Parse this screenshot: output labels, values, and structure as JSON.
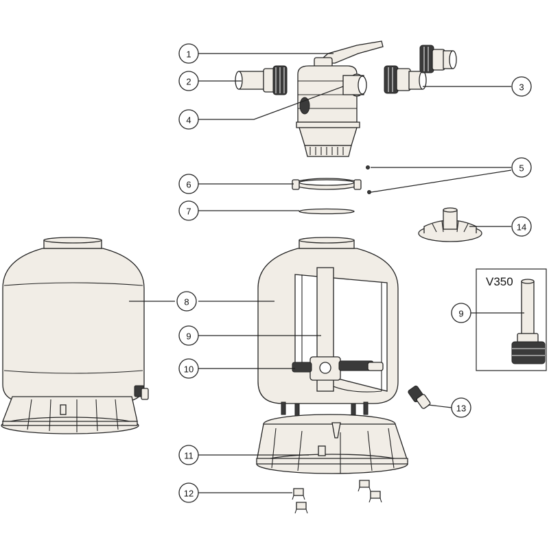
{
  "callouts": {
    "c1": "1",
    "c2": "2",
    "c3": "3",
    "c4": "4",
    "c5": "5",
    "c6": "6",
    "c7": "7",
    "c8a": "8",
    "c8b": "8",
    "c9a": "9",
    "c9b": "9",
    "c10": "10",
    "c11": "11",
    "c12": "12",
    "c13": "13",
    "c14": "14"
  },
  "inset": {
    "model_label": "V350"
  },
  "colors": {
    "line": "#222222",
    "fill": "#f1ede6",
    "background": "#ffffff"
  }
}
